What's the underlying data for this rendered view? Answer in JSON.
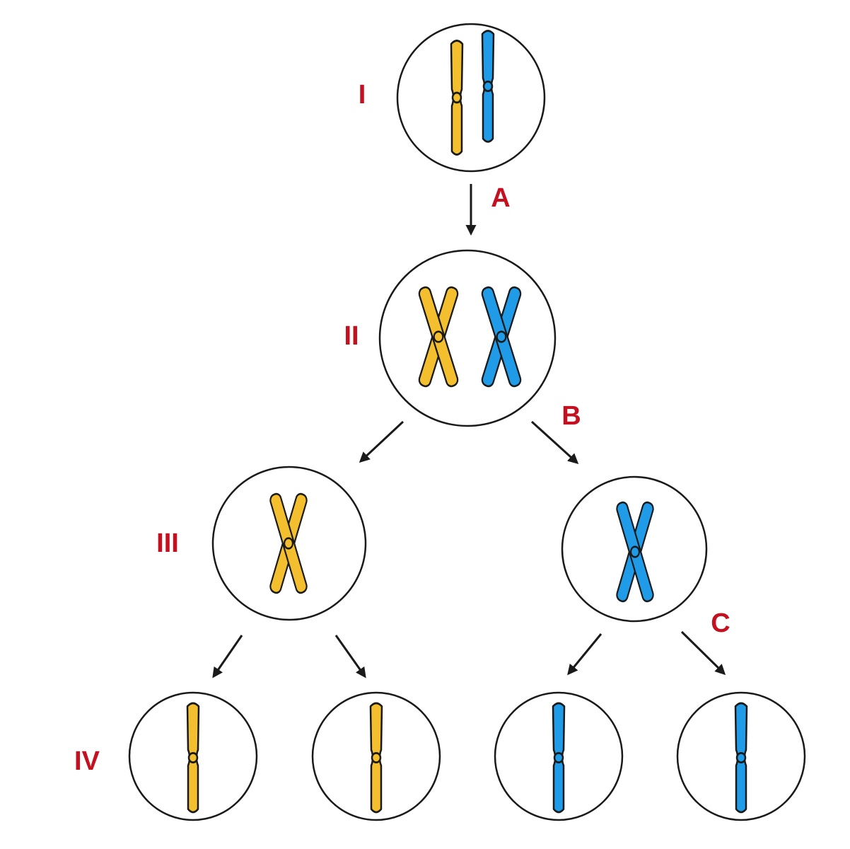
{
  "colors": {
    "label": "#c4101f",
    "chromosome_a": "#f3bf2e",
    "chromosome_b": "#1f9be8",
    "outline": "#1a1a1a"
  },
  "stages": {
    "stage_1": "I",
    "stage_2": "II",
    "stage_3": "III",
    "stage_4": "IV"
  },
  "processes": {
    "process_a": "A",
    "process_b": "B",
    "process_c": "C"
  }
}
